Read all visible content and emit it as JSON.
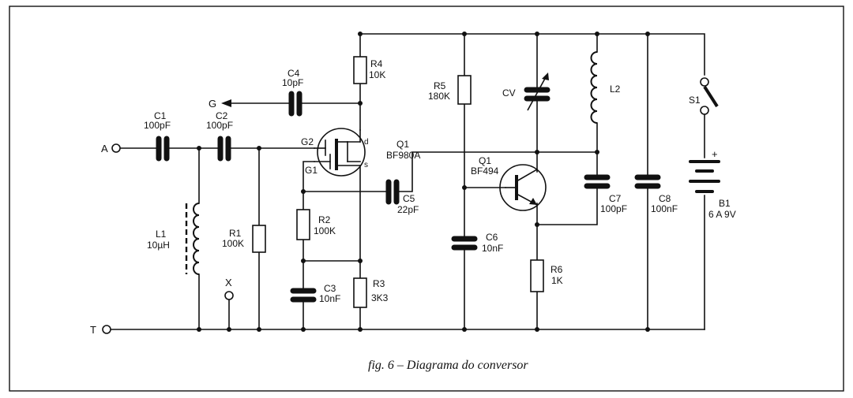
{
  "caption": "fig. 6 – Diagrama do conversor",
  "terminals": {
    "a": "A",
    "t": "T",
    "g": "G",
    "x": "X"
  },
  "components": {
    "c1": {
      "ref": "C1",
      "value": "100pF"
    },
    "c2": {
      "ref": "C2",
      "value": "100pF"
    },
    "c3": {
      "ref": "C3",
      "value": "10nF"
    },
    "c4": {
      "ref": "C4",
      "value": "10pF"
    },
    "c5": {
      "ref": "C5",
      "value": "22pF"
    },
    "c6": {
      "ref": "C6",
      "value": "10nF"
    },
    "c7": {
      "ref": "C7",
      "value": "100pF"
    },
    "c8": {
      "ref": "C8",
      "value": "100nF"
    },
    "r1": {
      "ref": "R1",
      "value": "100K"
    },
    "r2": {
      "ref": "R2",
      "value": "100K"
    },
    "r3": {
      "ref": "R3",
      "value": "3K3"
    },
    "r4": {
      "ref": "R4",
      "value": "10K"
    },
    "r5": {
      "ref": "R5",
      "value": "180K"
    },
    "r6": {
      "ref": "R6",
      "value": "1K"
    },
    "l1": {
      "ref": "L1",
      "value": "10µH"
    },
    "l2": {
      "ref": "L2"
    },
    "cv": {
      "ref": "CV"
    },
    "q1a": {
      "ref": "Q1",
      "value": "BF980A",
      "g1": "G1",
      "g2": "G2",
      "d": "d",
      "s": "s"
    },
    "q1b": {
      "ref": "Q1",
      "value": "BF494"
    },
    "s1": {
      "ref": "S1"
    },
    "b1": {
      "ref": "B1",
      "value": "6 A 9V",
      "plus": "+"
    }
  }
}
